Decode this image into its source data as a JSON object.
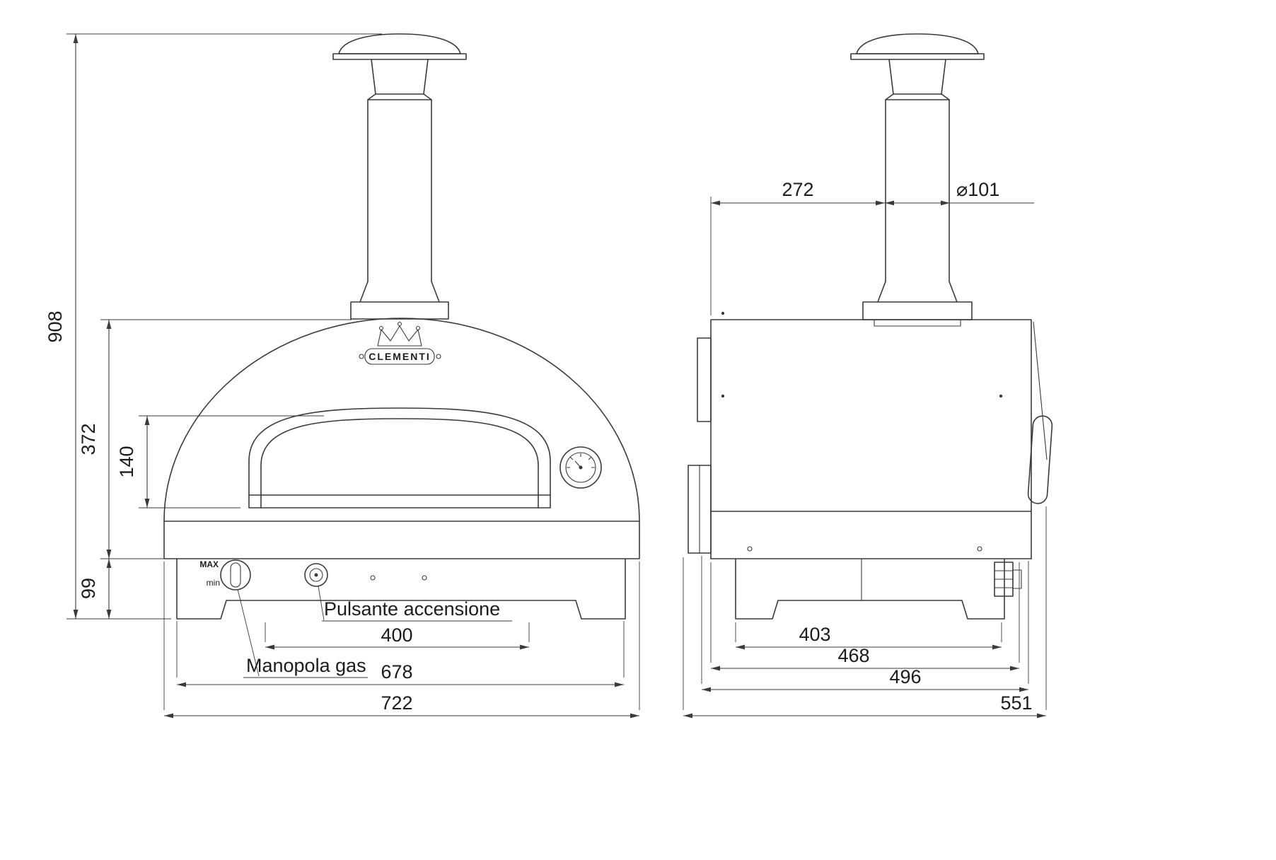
{
  "logo": {
    "text": "CLEMENTI"
  },
  "controls": {
    "max": "MAX",
    "min": "min"
  },
  "labels": {
    "pulsante": "Pulsante accensione",
    "manopola": "Manopola gas"
  },
  "dims": {
    "h908": "908",
    "h372": "372",
    "h140": "140",
    "h99": "99",
    "w400": "400",
    "w678": "678",
    "w722": "722",
    "w272": "272",
    "dia101": "⌀101",
    "w403": "403",
    "w468": "468",
    "w496": "496",
    "w551": "551"
  }
}
